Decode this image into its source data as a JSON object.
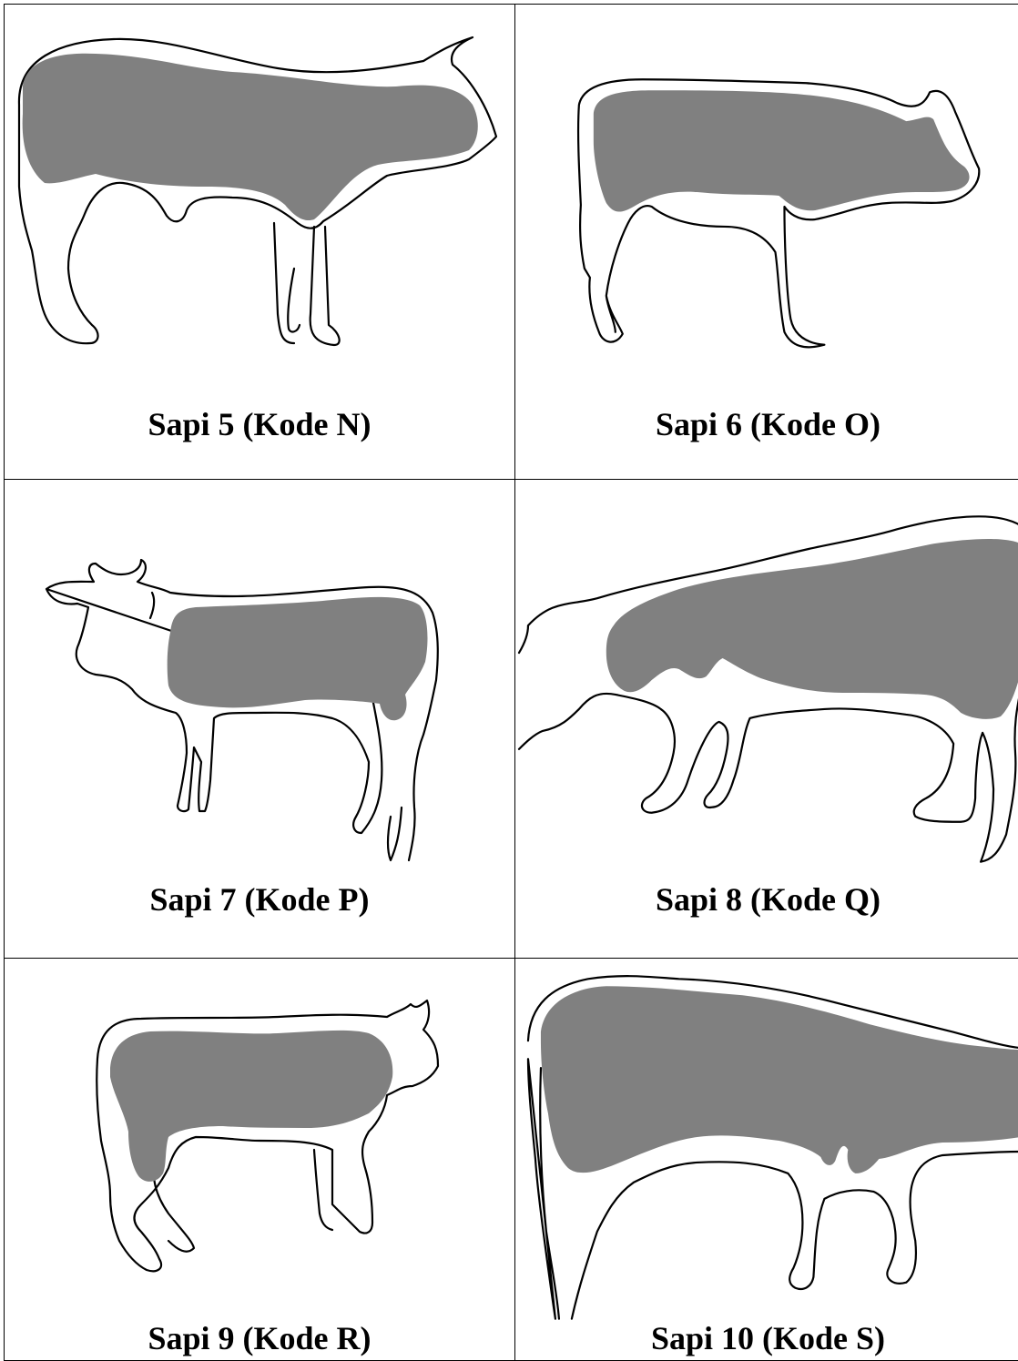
{
  "cells": [
    {
      "caption": "Sapi 5 (Kode N)"
    },
    {
      "caption": "Sapi 6 (Kode O)"
    },
    {
      "caption": "Sapi 7 (Kode P)"
    },
    {
      "caption": "Sapi 8 (Kode Q)"
    },
    {
      "caption": "Sapi 9 (Kode R)"
    },
    {
      "caption": "Sapi 10 (Kode S)"
    }
  ],
  "colors": {
    "patch": "#808080",
    "outline": "#000000",
    "background": "#ffffff"
  }
}
